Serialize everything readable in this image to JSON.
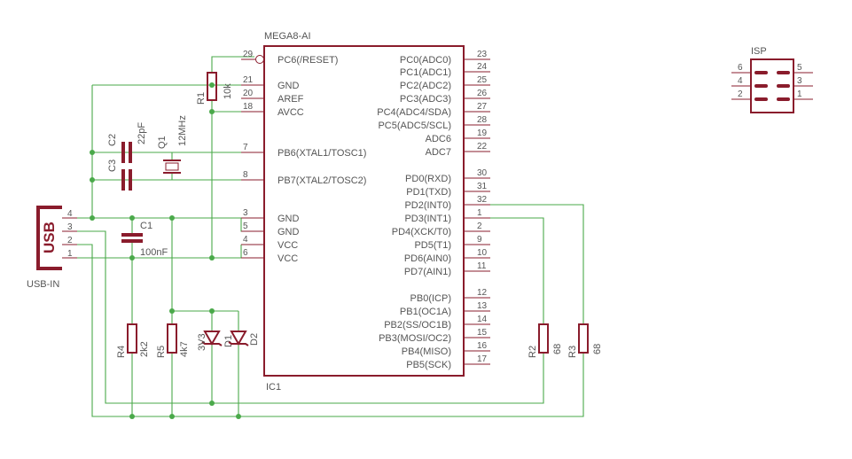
{
  "ic": {
    "name": "MEGA8-AI",
    "ref": "IC1",
    "left_pins": [
      {
        "num": "29",
        "label": "PC6(/RESET)"
      },
      {
        "num": "21",
        "label": "GND"
      },
      {
        "num": "20",
        "label": "AREF"
      },
      {
        "num": "18",
        "label": "AVCC"
      },
      {
        "num": "7",
        "label": "PB6(XTAL1/TOSC1)"
      },
      {
        "num": "8",
        "label": "PB7(XTAL2/TOSC2)"
      },
      {
        "num": "3",
        "label": "GND"
      },
      {
        "num": "5",
        "label": "GND"
      },
      {
        "num": "4",
        "label": "VCC"
      },
      {
        "num": "6",
        "label": "VCC"
      }
    ],
    "right_pins": [
      {
        "num": "23",
        "label": "PC0(ADC0)"
      },
      {
        "num": "24",
        "label": "PC1(ADC1)"
      },
      {
        "num": "25",
        "label": "PC2(ADC2)"
      },
      {
        "num": "26",
        "label": "PC3(ADC3)"
      },
      {
        "num": "27",
        "label": "PC4(ADC4/SDA)"
      },
      {
        "num": "28",
        "label": "PC5(ADC5/SCL)"
      },
      {
        "num": "19",
        "label": "ADC6"
      },
      {
        "num": "22",
        "label": "ADC7"
      },
      {
        "num": "30",
        "label": "PD0(RXD)"
      },
      {
        "num": "31",
        "label": "PD1(TXD)"
      },
      {
        "num": "32",
        "label": "PD2(INT0)"
      },
      {
        "num": "1",
        "label": "PD3(INT1)"
      },
      {
        "num": "2",
        "label": "PD4(XCK/T0)"
      },
      {
        "num": "9",
        "label": "PD5(T1)"
      },
      {
        "num": "10",
        "label": "PD6(AIN0)"
      },
      {
        "num": "11",
        "label": "PD7(AIN1)"
      },
      {
        "num": "12",
        "label": "PB0(ICP)"
      },
      {
        "num": "13",
        "label": "PB1(OC1A)"
      },
      {
        "num": "14",
        "label": "PB2(SS/OC1B)"
      },
      {
        "num": "15",
        "label": "PB3(MOSI/OC2)"
      },
      {
        "num": "16",
        "label": "PB4(MISO)"
      },
      {
        "num": "17",
        "label": "PB5(SCK)"
      }
    ]
  },
  "usb": {
    "label": "USB",
    "name": "USB-IN",
    "pins": [
      "4",
      "3",
      "2",
      "1"
    ]
  },
  "isp": {
    "name": "ISP",
    "left_nums": [
      "6",
      "4",
      "2"
    ],
    "right_nums": [
      "5",
      "3",
      "1"
    ]
  },
  "parts": {
    "r1": {
      "ref": "R1",
      "value": "10k"
    },
    "c2": {
      "ref": "C2",
      "value": "22pF"
    },
    "c3": {
      "ref": "C3"
    },
    "q1": {
      "ref": "Q1",
      "value": "12MHz"
    },
    "c1": {
      "ref": "C1",
      "value": "100nF"
    },
    "r4": {
      "ref": "R4",
      "value": "2k2"
    },
    "r5": {
      "ref": "R5",
      "value": "4k7"
    },
    "d1": {
      "ref": "D1",
      "value": "3V3"
    },
    "d2": {
      "ref": "D2"
    },
    "r2": {
      "ref": "R2",
      "value": "68"
    },
    "r3": {
      "ref": "R3",
      "value": "68"
    }
  }
}
